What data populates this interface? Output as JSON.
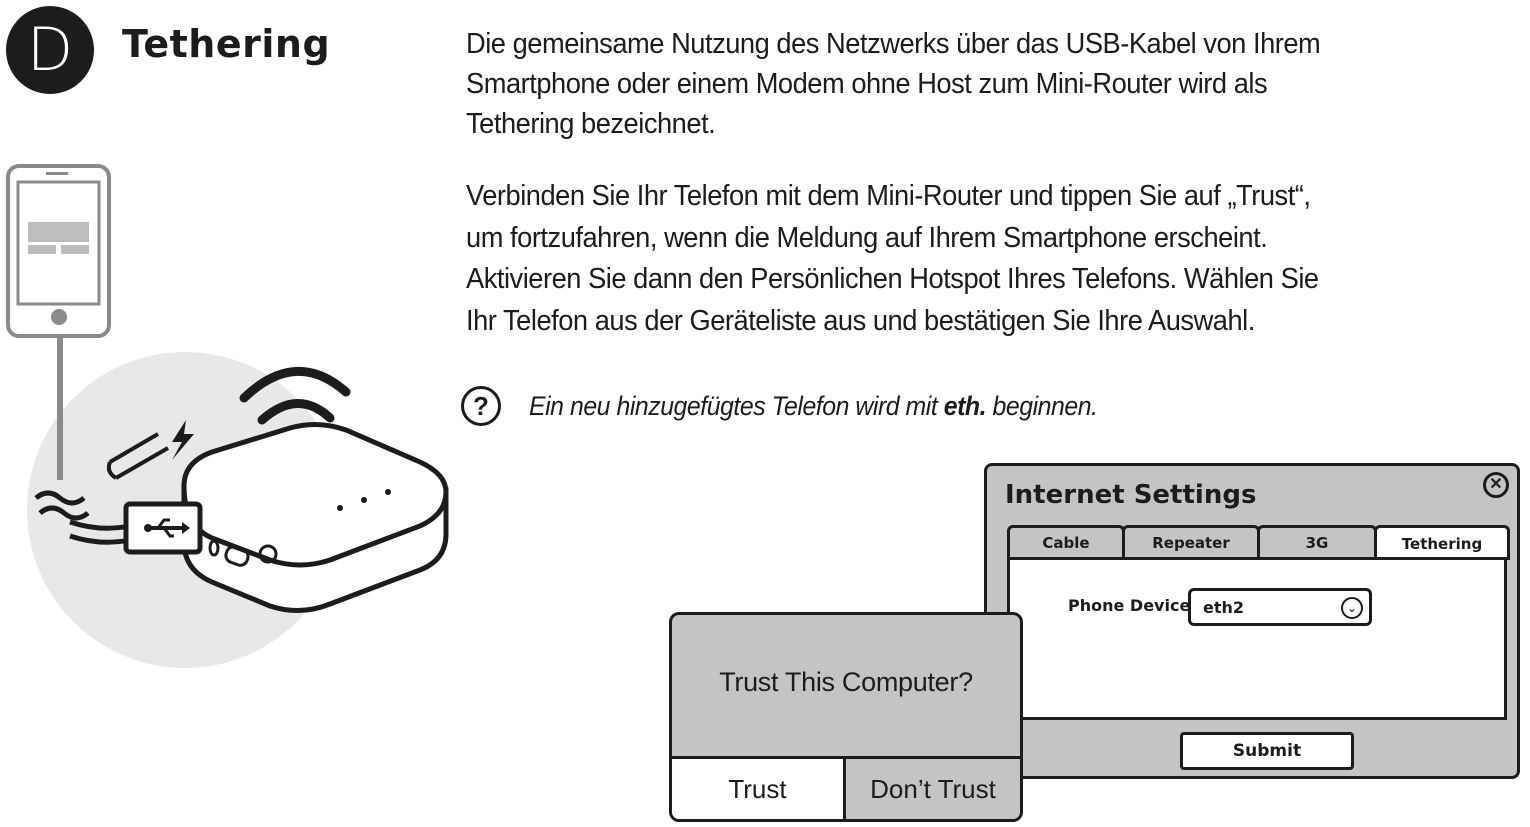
{
  "section": {
    "badge": "D",
    "title": "Tethering"
  },
  "paragraphs": [
    {
      "lines": [
        "Die gemeinsame Nutzung des Netzwerks über das USB-Kabel von Ihrem",
        "Smartphone oder einem Modem ohne Host zum Mini-Router wird als",
        "Tethering bezeichnet."
      ]
    },
    {
      "lines": [
        "Verbinden Sie Ihr Telefon mit dem Mini-Router und tippen Sie auf „Trust“,",
        "um fortzufahren, wenn die Meldung auf Ihrem Smartphone erscheint.",
        "Aktivieren Sie dann den Persönlichen Hotspot Ihres Telefons. Wählen Sie",
        "Ihr Telefon aus der Geräteliste aus und bestätigen Sie Ihre Auswahl."
      ]
    }
  ],
  "hint": {
    "icon": "question-circle-icon",
    "text_before": "Ein neu hinzugefügtes Telefon wird mit ",
    "text_bold": "eth.",
    "text_after": " beginnen."
  },
  "internet_settings": {
    "title": "Internet Settings",
    "close_icon": "close-circle-icon",
    "tabs": [
      {
        "label": "Cable"
      },
      {
        "label": "Repeater"
      },
      {
        "label": "3G"
      },
      {
        "label": "Tethering"
      }
    ],
    "active_tab": "Tethering",
    "phone_device_label": "Phone Device",
    "phone_device_value": "eth2",
    "submit_label": "Submit"
  },
  "trust_dialog": {
    "question": "Trust This Computer?",
    "trust_label": "Trust",
    "dont_trust_label": "Don’t Trust"
  },
  "colors": {
    "ink": "#1c1c1c",
    "panel_gray": "#c4c4c4",
    "halo_gray": "#e8e8e8"
  }
}
